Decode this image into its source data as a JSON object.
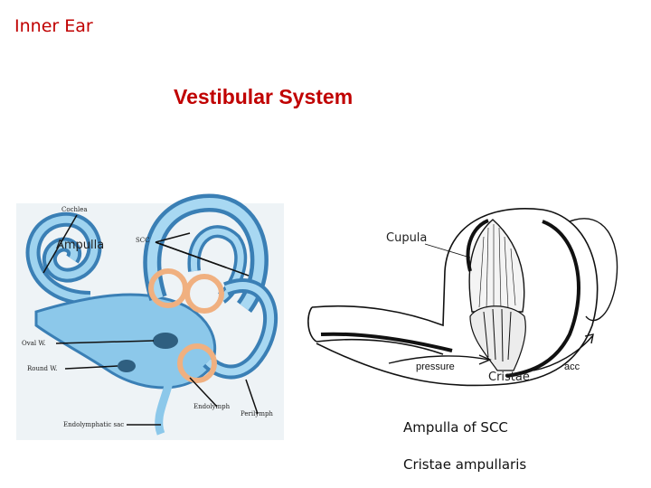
{
  "header": {
    "section": "Inner Ear",
    "title": "Vestibular System"
  },
  "left_figure": {
    "labels": {
      "cochlea": "Cochlea",
      "scc": "SCC",
      "oval_window": "Oval W.",
      "round_window": "Round W.",
      "endolymph": "Endolymph",
      "perilymph": "Perilymph",
      "endolymphatic_sac": "Endolymphatic sac"
    },
    "overlay_label": "Ampulla"
  },
  "right_figure": {
    "cupula_label": "Cupula",
    "cristae_label": "Cristae",
    "pressure_label": "pressure",
    "acc_label": "acc"
  },
  "captions": [
    "Ampulla of SCC",
    "Cristae ampullaris"
  ],
  "colors": {
    "title": "#c00000",
    "fluid": "#7fc4e8",
    "highlight_ring": "#f0b080"
  }
}
